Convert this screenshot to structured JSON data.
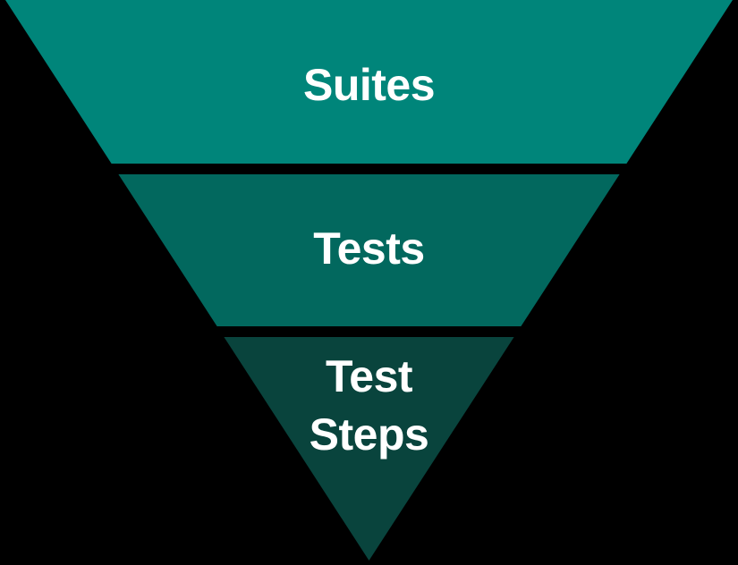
{
  "diagram": {
    "type": "inverted-pyramid-funnel",
    "background_color": "#000000",
    "text_color": "#ffffff",
    "levels": [
      {
        "label": "Suites",
        "color": "#00857A"
      },
      {
        "label": "Tests",
        "color": "#02685E"
      },
      {
        "label": "Test Steps",
        "color": "#09443D",
        "lines": [
          "Test",
          "Steps"
        ]
      }
    ]
  }
}
